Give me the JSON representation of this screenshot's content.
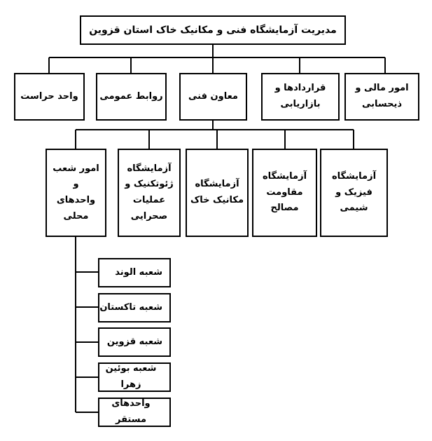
{
  "title": "مدیریت آزمایشگاه فنی و مکانیک خاک استان قزوین",
  "level1": [
    "امور مالی و\nذیحسابی",
    "قراردادها و\nبازاریابی",
    "معاون فنی",
    "روابط عمومی",
    "واحد حراست"
  ],
  "level2": [
    "آزمایشگاه\nفیزیک و شیمی",
    "آزمایشگاه\nمقاومت مصالح",
    "آزمایشگاه\nمکانیک خاک",
    "آزمایشگاه\nژئوتکنیک و\nعملیات\nصحرایی",
    "امور شعب\nو\nواحدهای\nمحلی"
  ],
  "branches": [
    "شعبه الوند",
    "شعبه تاکستان",
    "شعبه قزوین",
    "شعبه بوئین زهرا",
    "واحدهای مستقر"
  ]
}
